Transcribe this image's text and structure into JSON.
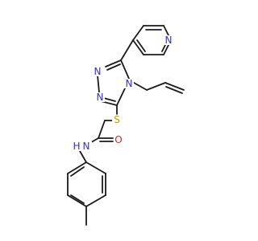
{
  "molecule": {
    "atoms": {
      "pyridine_n": {
        "text": "N",
        "color": "#2f2fe0"
      },
      "triazole_n1": {
        "text": "N",
        "color": "#2f2fe0"
      },
      "triazole_n2": {
        "text": "N",
        "color": "#2f2fe0"
      },
      "triazole_n4": {
        "text": "N",
        "color": "#2f2fe0"
      },
      "sulfur": {
        "text": "S",
        "color": "#b3a000"
      },
      "amide_o": {
        "text": "O",
        "color": "#e02020"
      },
      "amide_n": {
        "text": "N",
        "color": "#2f2fe0"
      },
      "amide_h": {
        "text": "H",
        "color": "#2f2fe0"
      }
    },
    "bond_color": "#1a1a1a"
  }
}
